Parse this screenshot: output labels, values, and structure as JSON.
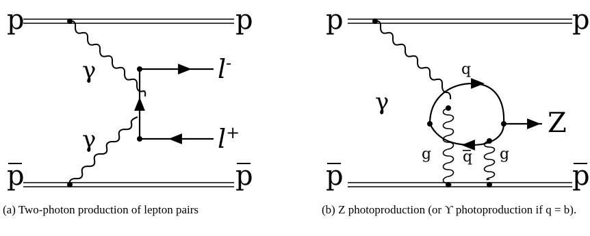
{
  "diagram_a": {
    "proton_top_left": "p",
    "proton_top_right": "p",
    "proton_bottom_left": "p",
    "proton_bottom_right": "p",
    "photon_top": "γ",
    "photon_bottom": "γ",
    "lepton_minus_base": "l",
    "lepton_minus_sup": "-",
    "lepton_plus_base": "l",
    "lepton_plus_sup": "+",
    "caption": "(a) Two-photon production of lepton pairs"
  },
  "diagram_b": {
    "proton_top_left": "p",
    "proton_top_right": "p",
    "proton_bottom_left": "p",
    "proton_bottom_right": "p",
    "photon": "γ",
    "quark": "q",
    "antiquark": "q",
    "boson": "Z",
    "gluon_left": "g",
    "gluon_right": "g",
    "caption": "(b) Z photoproduction (or ϒ photoproduction if q = b)."
  }
}
